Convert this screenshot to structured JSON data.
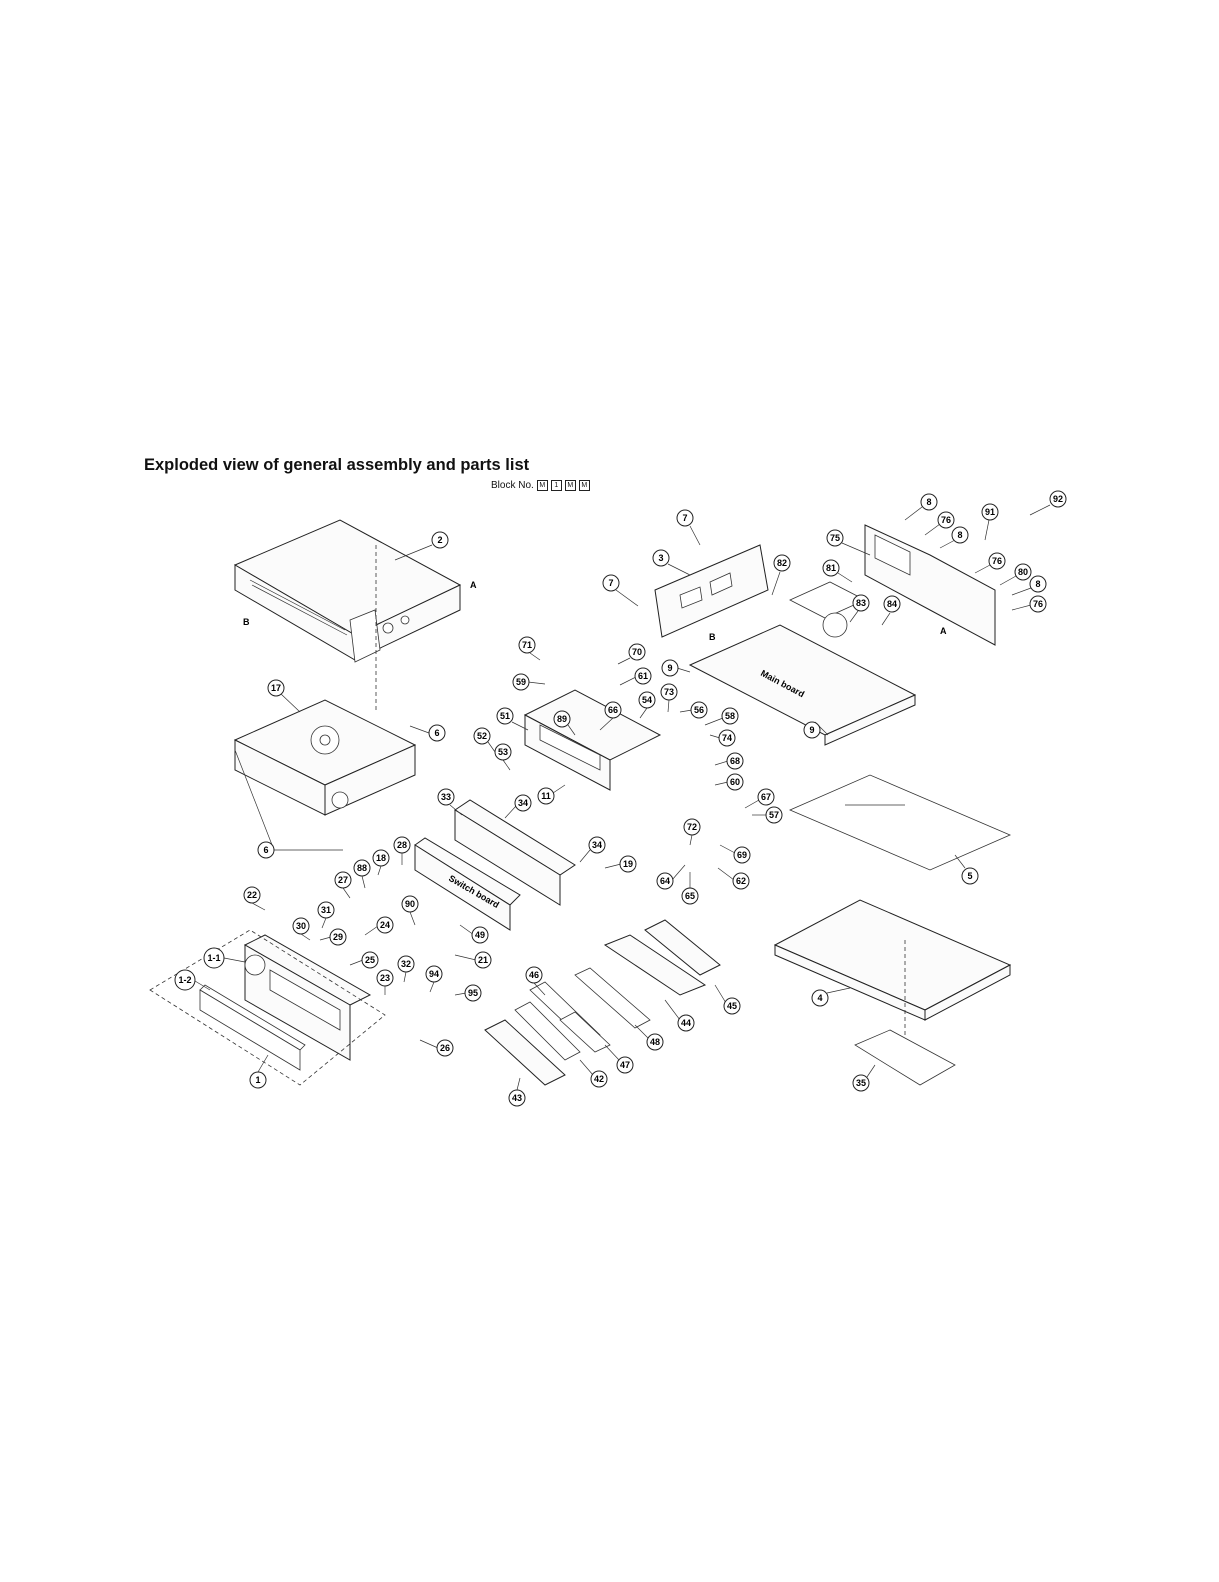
{
  "title": "Exploded view of general assembly and parts list",
  "block_no": {
    "label": "Block No.",
    "boxes": [
      "M",
      "1",
      "M",
      "M"
    ]
  },
  "board_labels": {
    "main": "Main board",
    "switch": "Switch board"
  },
  "ref_letters": {
    "a": "A",
    "b": "B"
  },
  "callouts": [
    "2",
    "17",
    "6",
    "3",
    "7",
    "82",
    "81",
    "75",
    "76",
    "8",
    "91",
    "92",
    "80",
    "84",
    "83",
    "9",
    "71",
    "59",
    "70",
    "61",
    "73",
    "54",
    "56",
    "58",
    "74",
    "68",
    "60",
    "67",
    "57",
    "69",
    "72",
    "62",
    "64",
    "65",
    "66",
    "89",
    "51",
    "53",
    "52",
    "11",
    "34",
    "33",
    "19",
    "28",
    "18",
    "88",
    "27",
    "22",
    "31",
    "30",
    "29",
    "24",
    "90",
    "21",
    "49",
    "25",
    "23",
    "32",
    "94",
    "95",
    "26",
    "1-1",
    "1-2",
    "1",
    "46",
    "48",
    "44",
    "45",
    "47",
    "42",
    "43",
    "5",
    "4",
    "35"
  ]
}
